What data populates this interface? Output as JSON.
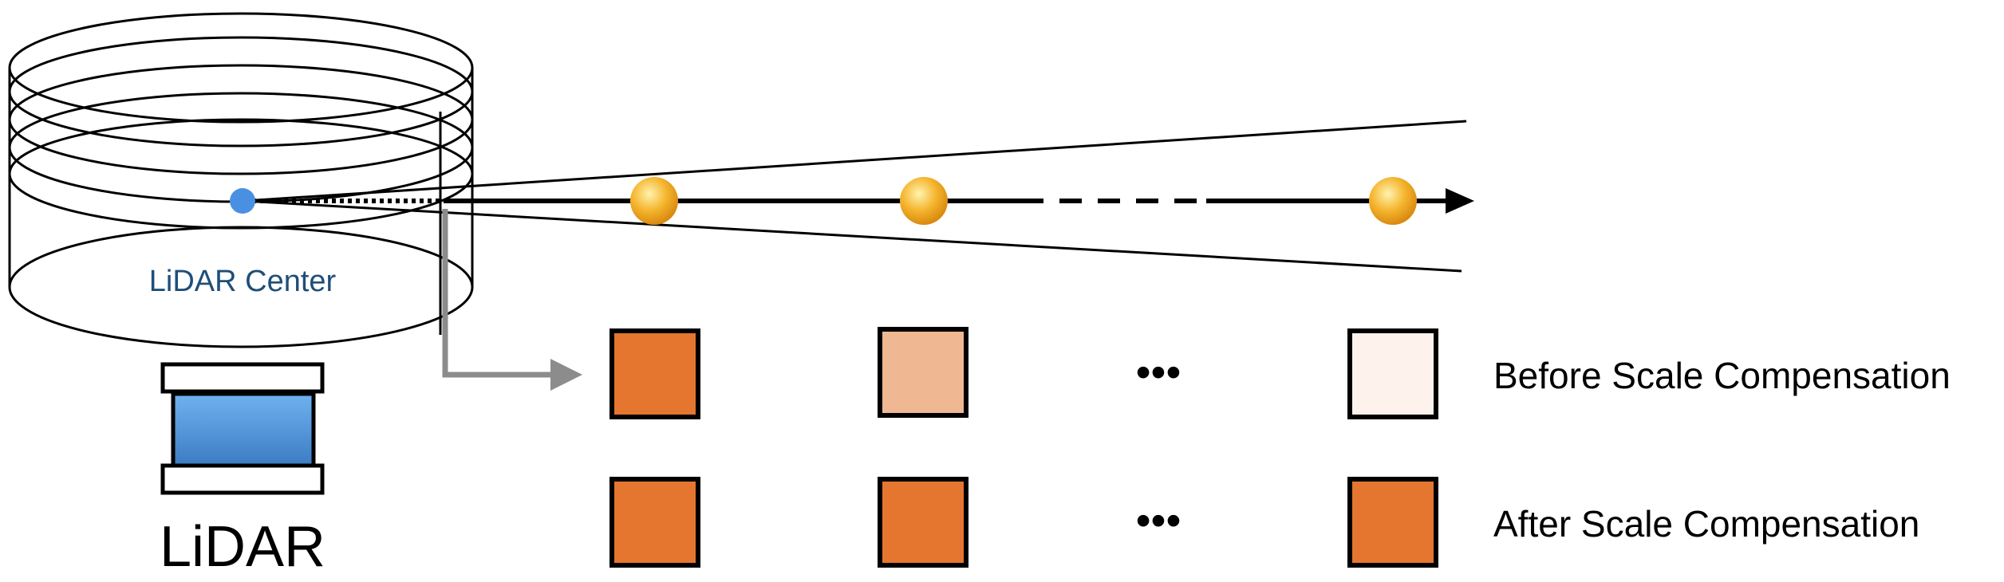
{
  "labels": {
    "lidar_center": "LiDAR Center",
    "lidar": "LiDAR",
    "row_before": "Before Scale Compensation",
    "row_after": "After Scale Compensation"
  },
  "ellipsis_glyph": "•••",
  "colors": {
    "center_point": "#4a90e2",
    "sample_point": "#f5a623",
    "arrow_gray": "#8c8c8c",
    "lidar_body": "#4a90d9",
    "outline": "#000000"
  },
  "rows": {
    "before": [
      "#e4762f",
      "#f0b892",
      "#fdf3ec"
    ],
    "after": [
      "#e4762f",
      "#e4762f",
      "#e4762f"
    ]
  },
  "icons": {
    "sample_point": "sphere-icon",
    "lidar_device": "lidar-sensor-icon",
    "scan_cylinder": "scan-rings-icon"
  }
}
